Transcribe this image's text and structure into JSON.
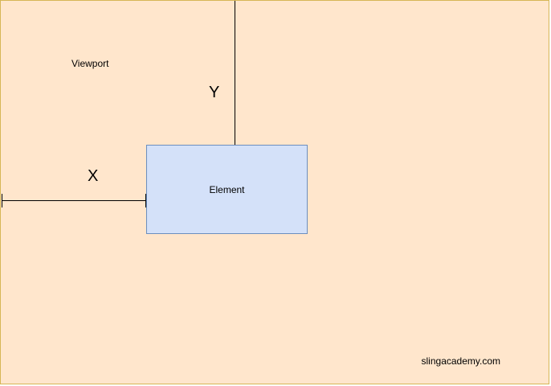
{
  "diagram": {
    "viewport_label": "Viewport",
    "element_label": "Element",
    "x_label": "X",
    "y_label": "Y",
    "watermark": "slingacademy.com"
  },
  "colors": {
    "viewport_fill": "#ffe6cc",
    "viewport_border": "#d6b656",
    "element_fill": "#d4e1f9",
    "element_border": "#6c8ebf",
    "line": "#000000"
  }
}
